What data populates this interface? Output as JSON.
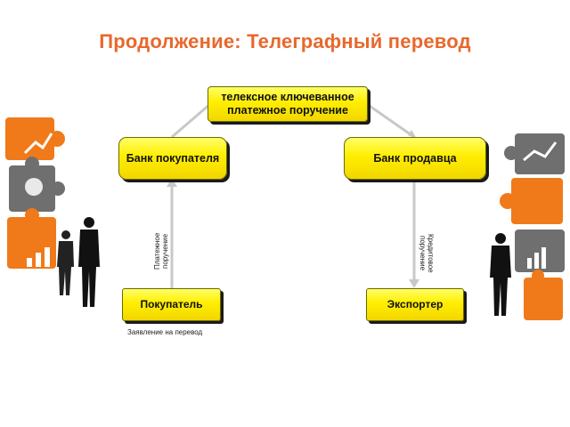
{
  "title": "Продолжение: Телеграфный перевод",
  "nodes": {
    "telex": {
      "line1": "телексное ключеванное",
      "line2": "платежное поручение"
    },
    "buyer_bank": "Банк покупателя",
    "seller_bank": "Банк продавца",
    "buyer": "Покупатель",
    "exporter": "Экспортер"
  },
  "edge_labels": {
    "payment_order": {
      "line1": "Платежное",
      "line2": "поручение"
    },
    "credit_note": {
      "line1": "Кредитовое",
      "line2": "поручение"
    }
  },
  "note": "Заявление на перевод",
  "colors": {
    "title": "#e8682c",
    "box_fill": "#ffee00",
    "connector": "#c8c8c8",
    "puzzle_orange": "#f07a1a",
    "puzzle_gray": "#6f6f6f"
  },
  "icons": [
    "puzzle-left-icon",
    "puzzle-right-icon",
    "businessmen-left-icon",
    "businessman-right-icon"
  ]
}
